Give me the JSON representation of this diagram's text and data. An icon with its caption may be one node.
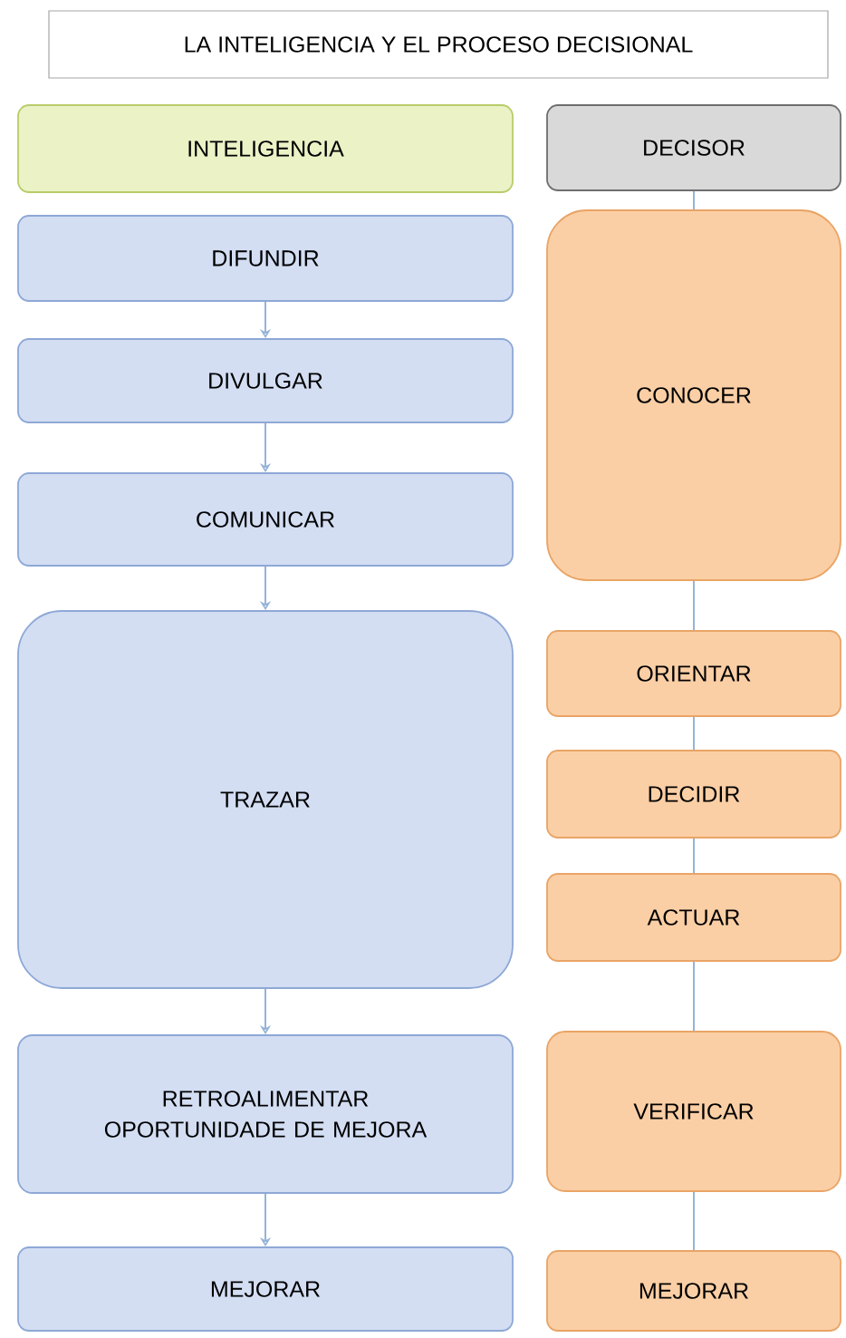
{
  "diagram": {
    "title": "LA INTELIGENCIA Y EL PROCESO DECISIONAL",
    "nodes": [
      {
        "text": [
          "INTELIGENCIA"
        ]
      },
      {
        "text": [
          "DECISOR"
        ]
      },
      {
        "text": [
          "DIFUNDIR"
        ]
      },
      {
        "text": [
          "DIVULGAR"
        ]
      },
      {
        "text": [
          "COMUNICAR"
        ]
      },
      {
        "text": [
          "TRAZAR"
        ]
      },
      {
        "text": [
          "RETROALIMENTAR OPORTUNIDADE DE MEJORA"
        ]
      },
      {
        "text": [
          "MEJORAR"
        ]
      },
      {
        "text": [
          "CONOCER"
        ]
      },
      {
        "text": [
          "ORIENTAR"
        ]
      },
      {
        "text": [
          "DECIDIR"
        ]
      },
      {
        "text": [
          "ACTUAR"
        ]
      },
      {
        "text": [
          "VERIFICAR"
        ]
      },
      {
        "text": [
          "MEJORAR"
        ]
      }
    ],
    "edges": [
      {
        "from": 2,
        "to": 3,
        "arrow": "to"
      },
      {
        "from": 3,
        "to": 4,
        "arrow": "to"
      },
      {
        "from": 4,
        "to": 5,
        "arrow": "to"
      },
      {
        "from": 5,
        "to": 6,
        "arrow": "to"
      },
      {
        "from": 6,
        "to": 7,
        "arrow": "to"
      },
      {
        "from": 1,
        "to": 8,
        "arrow": "none"
      },
      {
        "from": 8,
        "to": 9,
        "arrow": "none"
      },
      {
        "from": 9,
        "to": 10,
        "arrow": "none"
      },
      {
        "from": 10,
        "to": 11,
        "arrow": "none"
      },
      {
        "from": 11,
        "to": 12,
        "arrow": "none"
      },
      {
        "from": 12,
        "to": 13,
        "arrow": "none"
      }
    ]
  }
}
